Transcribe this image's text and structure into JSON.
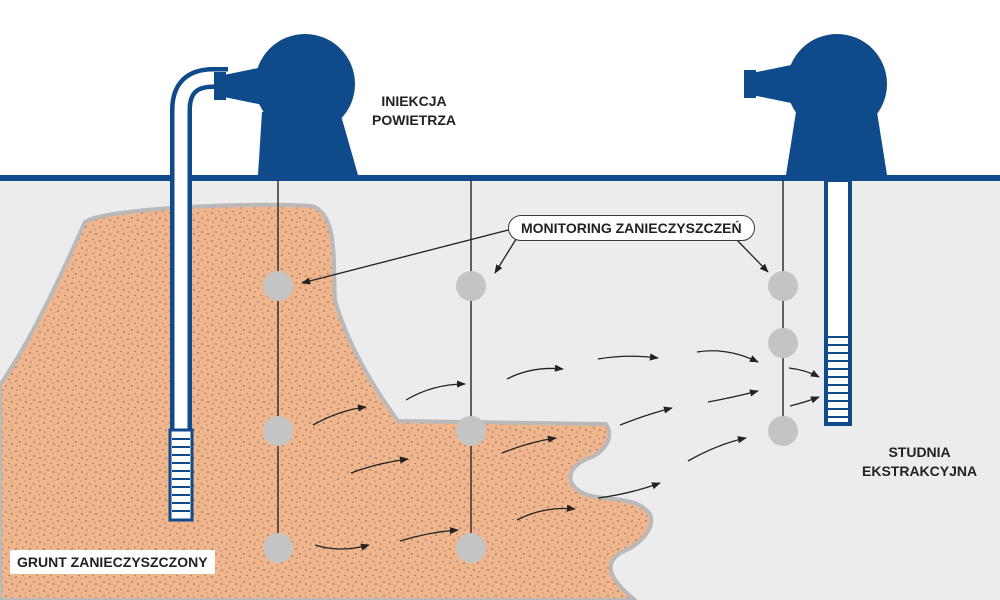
{
  "labels": {
    "air_injection": [
      "INIEKCJA",
      "POWIETRZA"
    ],
    "monitoring": "MONITORING ZANIECZYSZCZEŃ",
    "extraction_well": [
      "STUDNIA",
      "EKSTRAKCYJNA"
    ],
    "contaminated_soil": "GRUNT ZANIECZYSZCZONY"
  },
  "colors": {
    "equipment": "#0f4a8a",
    "ground": "#ececec",
    "soil": "#efb68d",
    "soil_dots": "#7a5a46",
    "soil_edge": "#b9b9b9",
    "monitor_point": "#c4c4c4",
    "line": "#333333"
  },
  "icons": [
    "blower-icon",
    "blower-icon",
    "flow-arrow-icon",
    "monitoring-point-icon"
  ]
}
